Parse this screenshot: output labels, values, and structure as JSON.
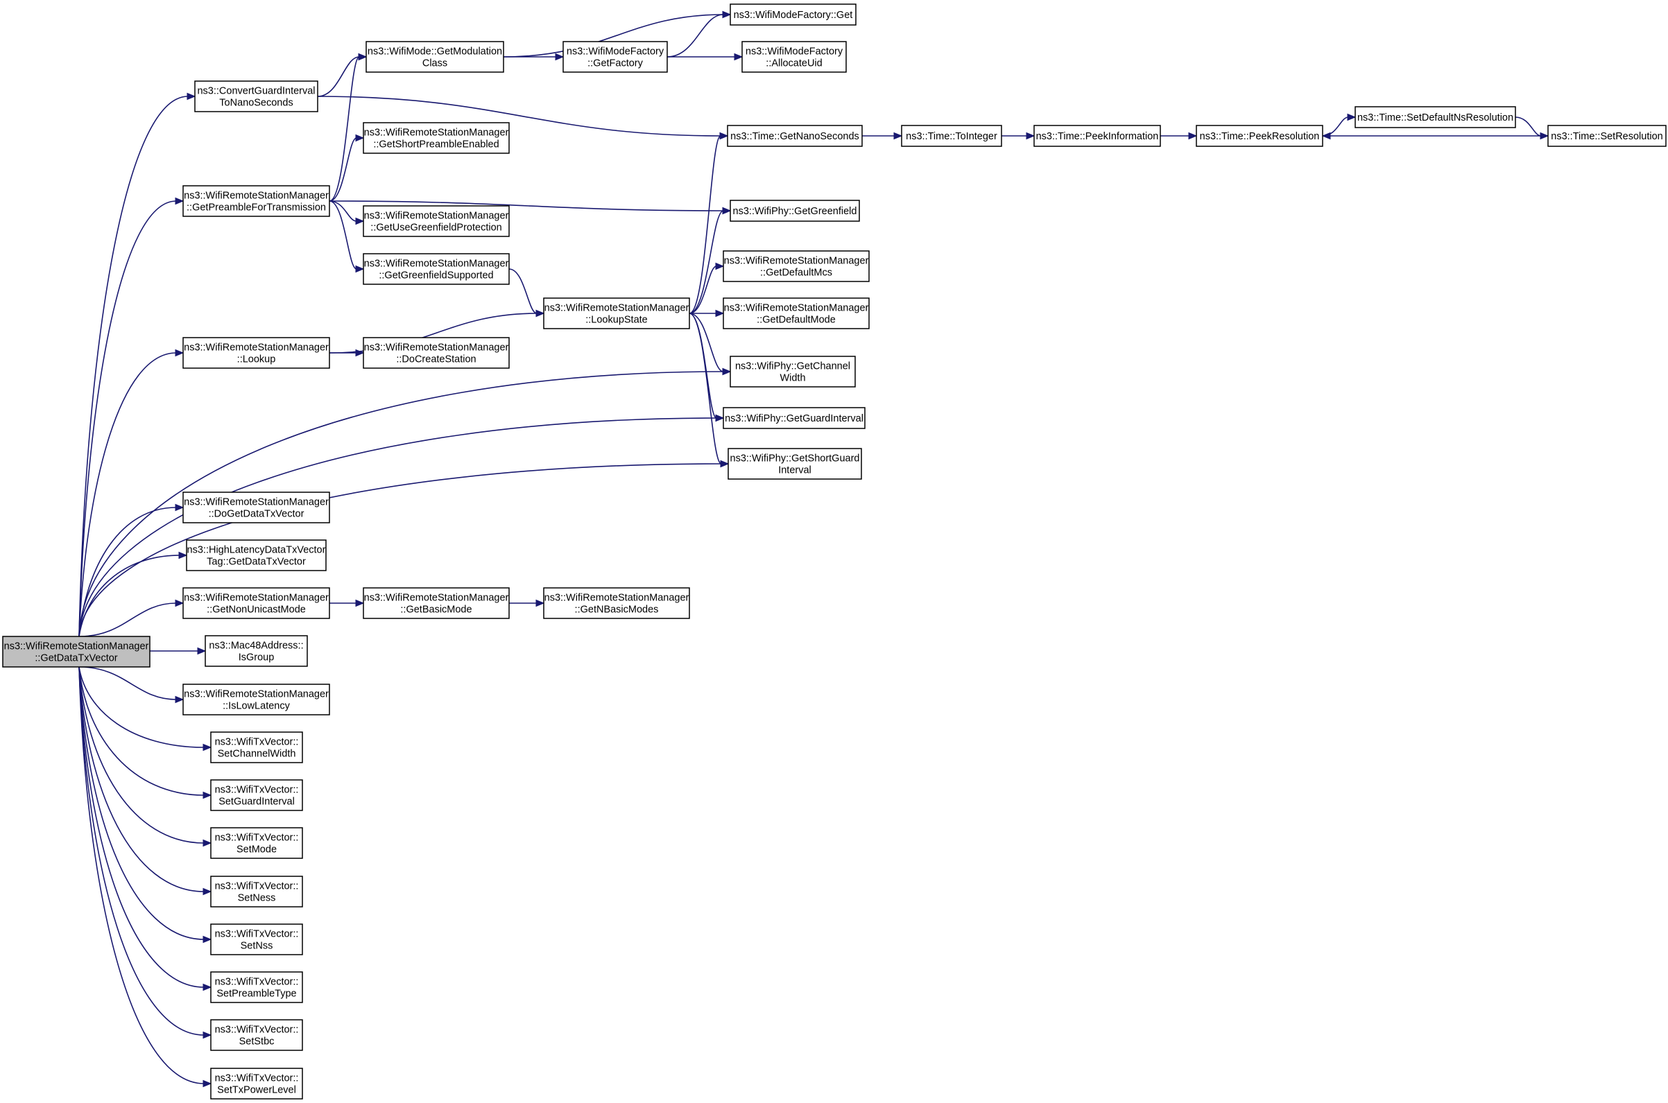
{
  "nodes": [
    {
      "id": "root",
      "lines": [
        "ns3::WifiRemoteStationManager",
        "::GetDataTxVector"
      ],
      "highlight": true
    },
    {
      "id": "cgi",
      "lines": [
        "ns3::ConvertGuardInterval",
        "ToNanoSeconds"
      ]
    },
    {
      "id": "gpt",
      "lines": [
        "ns3::WifiRemoteStationManager",
        "::GetPreambleForTransmission"
      ]
    },
    {
      "id": "lookup",
      "lines": [
        "ns3::WifiRemoteStationManager",
        "::Lookup"
      ]
    },
    {
      "id": "dogdtv",
      "lines": [
        "ns3::WifiRemoteStationManager",
        "::DoGetDataTxVector"
      ]
    },
    {
      "id": "hldtv",
      "lines": [
        "ns3::HighLatencyDataTxVector",
        "Tag::GetDataTxVector"
      ]
    },
    {
      "id": "gnum",
      "lines": [
        "ns3::WifiRemoteStationManager",
        "::GetNonUnicastMode"
      ]
    },
    {
      "id": "isgroup",
      "lines": [
        "ns3::Mac48Address::",
        "IsGroup"
      ]
    },
    {
      "id": "islow",
      "lines": [
        "ns3::WifiRemoteStationManager",
        "::IsLowLatency"
      ]
    },
    {
      "id": "scw",
      "lines": [
        "ns3::WifiTxVector::",
        "SetChannelWidth"
      ]
    },
    {
      "id": "sgi",
      "lines": [
        "ns3::WifiTxVector::",
        "SetGuardInterval"
      ]
    },
    {
      "id": "smode",
      "lines": [
        "ns3::WifiTxVector::",
        "SetMode"
      ]
    },
    {
      "id": "sness",
      "lines": [
        "ns3::WifiTxVector::",
        "SetNess"
      ]
    },
    {
      "id": "snss",
      "lines": [
        "ns3::WifiTxVector::",
        "SetNss"
      ]
    },
    {
      "id": "spt",
      "lines": [
        "ns3::WifiTxVector::",
        "SetPreambleType"
      ]
    },
    {
      "id": "sstbc",
      "lines": [
        "ns3::WifiTxVector::",
        "SetStbc"
      ]
    },
    {
      "id": "stpl",
      "lines": [
        "ns3::WifiTxVector::",
        "SetTxPowerLevel"
      ]
    },
    {
      "id": "gmc",
      "lines": [
        "ns3::WifiMode::GetModulation",
        "Class"
      ]
    },
    {
      "id": "gspe",
      "lines": [
        "ns3::WifiRemoteStationManager",
        "::GetShortPreambleEnabled"
      ]
    },
    {
      "id": "gugp",
      "lines": [
        "ns3::WifiRemoteStationManager",
        "::GetUseGreenfieldProtection"
      ]
    },
    {
      "id": "ggs",
      "lines": [
        "ns3::WifiRemoteStationManager",
        "::GetGreenfieldSupported"
      ]
    },
    {
      "id": "docs",
      "lines": [
        "ns3::WifiRemoteStationManager",
        "::DoCreateStation"
      ]
    },
    {
      "id": "gbm",
      "lines": [
        "ns3::WifiRemoteStationManager",
        "::GetBasicMode"
      ]
    },
    {
      "id": "gnbm",
      "lines": [
        "ns3::WifiRemoteStationManager",
        "::GetNBasicModes"
      ]
    },
    {
      "id": "wmfgf",
      "lines": [
        "ns3::WifiModeFactory",
        "::GetFactory"
      ]
    },
    {
      "id": "ls",
      "lines": [
        "ns3::WifiRemoteStationManager",
        "::LookupState"
      ]
    },
    {
      "id": "wmfget",
      "lines": [
        "ns3::WifiModeFactory::Get"
      ]
    },
    {
      "id": "wmfau",
      "lines": [
        "ns3::WifiModeFactory",
        "::AllocateUid"
      ]
    },
    {
      "id": "tgns",
      "lines": [
        "ns3::Time::GetNanoSeconds"
      ]
    },
    {
      "id": "wpgg",
      "lines": [
        "ns3::WifiPhy::GetGreenfield"
      ]
    },
    {
      "id": "gdmcs",
      "lines": [
        "ns3::WifiRemoteStationManager",
        "::GetDefaultMcs"
      ]
    },
    {
      "id": "gdmode",
      "lines": [
        "ns3::WifiRemoteStationManager",
        "::GetDefaultMode"
      ]
    },
    {
      "id": "wpgcw",
      "lines": [
        "ns3::WifiPhy::GetChannel",
        "Width"
      ]
    },
    {
      "id": "wpggi",
      "lines": [
        "ns3::WifiPhy::GetGuardInterval"
      ]
    },
    {
      "id": "wpgsgi",
      "lines": [
        "ns3::WifiPhy::GetShortGuard",
        "Interval"
      ]
    },
    {
      "id": "tti",
      "lines": [
        "ns3::Time::ToInteger"
      ]
    },
    {
      "id": "tpi",
      "lines": [
        "ns3::Time::PeekInformation"
      ]
    },
    {
      "id": "tpr",
      "lines": [
        "ns3::Time::PeekResolution"
      ]
    },
    {
      "id": "tsdnr",
      "lines": [
        "ns3::Time::SetDefaultNsResolution"
      ]
    },
    {
      "id": "tsr",
      "lines": [
        "ns3::Time::SetResolution"
      ]
    }
  ],
  "edges": [
    {
      "from": "root",
      "to": "cgi"
    },
    {
      "from": "root",
      "to": "gpt"
    },
    {
      "from": "root",
      "to": "lookup"
    },
    {
      "from": "root",
      "to": "wpgcw"
    },
    {
      "from": "root",
      "to": "wpggi"
    },
    {
      "from": "root",
      "to": "wpgsgi"
    },
    {
      "from": "root",
      "to": "dogdtv"
    },
    {
      "from": "root",
      "to": "hldtv"
    },
    {
      "from": "root",
      "to": "gnum"
    },
    {
      "from": "root",
      "to": "isgroup"
    },
    {
      "from": "root",
      "to": "islow"
    },
    {
      "from": "root",
      "to": "scw"
    },
    {
      "from": "root",
      "to": "sgi"
    },
    {
      "from": "root",
      "to": "smode"
    },
    {
      "from": "root",
      "to": "sness"
    },
    {
      "from": "root",
      "to": "snss"
    },
    {
      "from": "root",
      "to": "spt"
    },
    {
      "from": "root",
      "to": "sstbc"
    },
    {
      "from": "root",
      "to": "stpl"
    },
    {
      "from": "cgi",
      "to": "gmc"
    },
    {
      "from": "cgi",
      "to": "tgns"
    },
    {
      "from": "gpt",
      "to": "gmc"
    },
    {
      "from": "gpt",
      "to": "gspe"
    },
    {
      "from": "gpt",
      "to": "wpgg"
    },
    {
      "from": "gpt",
      "to": "gugp"
    },
    {
      "from": "gpt",
      "to": "ggs"
    },
    {
      "from": "ggs",
      "to": "ls"
    },
    {
      "from": "lookup",
      "to": "ls"
    },
    {
      "from": "lookup",
      "to": "docs"
    },
    {
      "from": "gnum",
      "to": "gbm"
    },
    {
      "from": "gbm",
      "to": "gnbm"
    },
    {
      "from": "gmc",
      "to": "wmfget"
    },
    {
      "from": "gmc",
      "to": "wmfgf"
    },
    {
      "from": "wmfgf",
      "to": "wmfget"
    },
    {
      "from": "wmfgf",
      "to": "wmfau"
    },
    {
      "from": "ls",
      "to": "tgns"
    },
    {
      "from": "ls",
      "to": "wpgg"
    },
    {
      "from": "ls",
      "to": "gdmcs"
    },
    {
      "from": "ls",
      "to": "gdmode"
    },
    {
      "from": "ls",
      "to": "wpgcw"
    },
    {
      "from": "ls",
      "to": "wpggi"
    },
    {
      "from": "ls",
      "to": "wpgsgi"
    },
    {
      "from": "tgns",
      "to": "tti"
    },
    {
      "from": "tti",
      "to": "tpi"
    },
    {
      "from": "tpi",
      "to": "tpr"
    },
    {
      "from": "tpr",
      "to": "tsdnr"
    },
    {
      "from": "tsdnr",
      "to": "tsr"
    },
    {
      "from": "tsr",
      "to": "tpr"
    }
  ]
}
